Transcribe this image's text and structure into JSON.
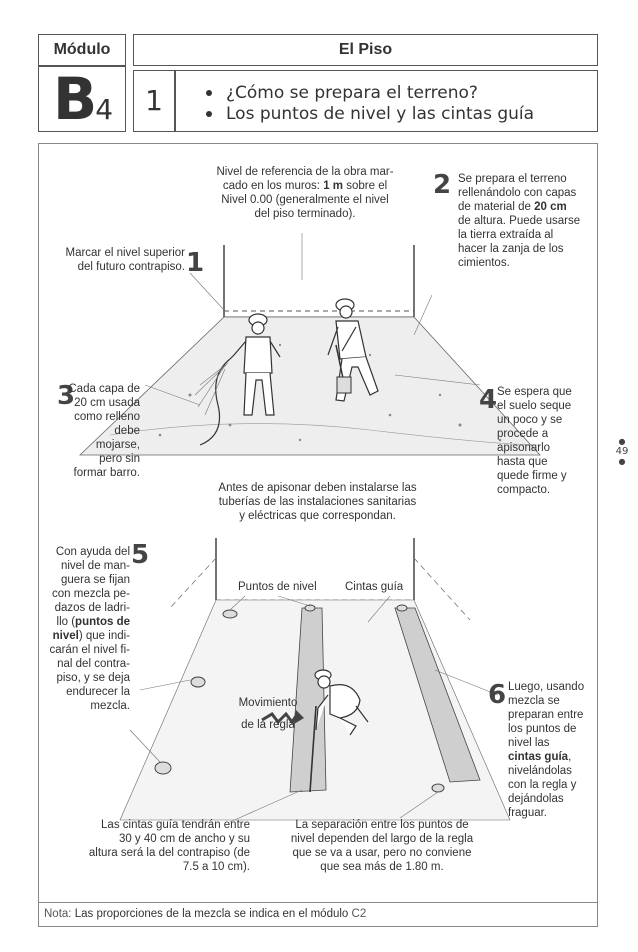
{
  "header": {
    "modulo_label": "Módulo",
    "modulo_letter": "B",
    "modulo_number": "4",
    "title": "El Piso",
    "section_number": "1",
    "bullets": [
      "¿Cómo se prepara el terreno?",
      "Los puntos de nivel y las cintas guía"
    ]
  },
  "upper": {
    "ref_text": [
      "Nivel de referencia de la obra mar-",
      "cado en los muros: ",
      "1 m",
      " sobre el",
      "Nivel 0.00 (generalmente el nivel",
      "del piso terminado)."
    ],
    "step1": {
      "num": "1",
      "lines": [
        "Marcar el nivel superior",
        "del futuro contrapiso."
      ]
    },
    "step2": {
      "num": "2",
      "lines": [
        "Se prepara el terreno",
        "rellenándolo con capas",
        "de material de ",
        "20 cm",
        "de altura. Puede usarse",
        "la tierra extraída al",
        "hacer la zanja de los",
        "cimientos."
      ]
    },
    "step3": {
      "num": "3",
      "lines": [
        "Cada capa de",
        "20 cm usada",
        "como relleno",
        "debe",
        "mojarse,",
        "pero sin",
        "formar barro."
      ]
    },
    "step4": {
      "num": "4",
      "lines": [
        "Se espera que",
        "el suelo seque",
        "un poco y se",
        "procede a",
        "apisonarlo",
        "hasta que",
        "quede firme y",
        "compacto."
      ]
    },
    "bottom_text": [
      "Antes de apisonar deben instalarse las",
      "tuberías de las instalaciones sanitarias",
      "y eléctricas que correspondan."
    ]
  },
  "lower": {
    "step5": {
      "num": "5",
      "lines": [
        "Con ayuda del",
        "nivel de man-",
        "guera se fijan",
        "con mezcla pe-",
        "dazos de ladri-",
        "llo (",
        "puntos de",
        "nivel",
        ") que indi-",
        "carán el nivel fi-",
        "nal del contra-",
        "piso, y se  deja",
        "endurecer la",
        "mezcla."
      ]
    },
    "puntos_label": "Puntos de nivel",
    "cintas_label": "Cintas guía",
    "movimiento_label": [
      "Movimiento",
      "de la regla"
    ],
    "step6": {
      "num": "6",
      "lines": [
        "Luego, usando",
        "mezcla se",
        "preparan entre",
        "los puntos de",
        "nivel las",
        "cintas guía",
        ",",
        "nivelándolas",
        "con la regla y",
        "dejándolas",
        "fraguar."
      ]
    },
    "cintas_note": [
      "Las cintas guía tendrán entre",
      "30 y 40 cm de ancho y su",
      "altura será la del contrapiso (de",
      "7.5 a 10 cm)."
    ],
    "separacion_note": [
      "La separación entre los puntos de",
      "nivel dependen del largo de la regla",
      "que se va a usar, pero no conviene",
      "que sea más de 1.80 m."
    ]
  },
  "page_number": "49",
  "nota": {
    "label": "Nota:",
    "text": "Las proporciones de la mezcla se indica en el módulo",
    "ref": "C2"
  }
}
